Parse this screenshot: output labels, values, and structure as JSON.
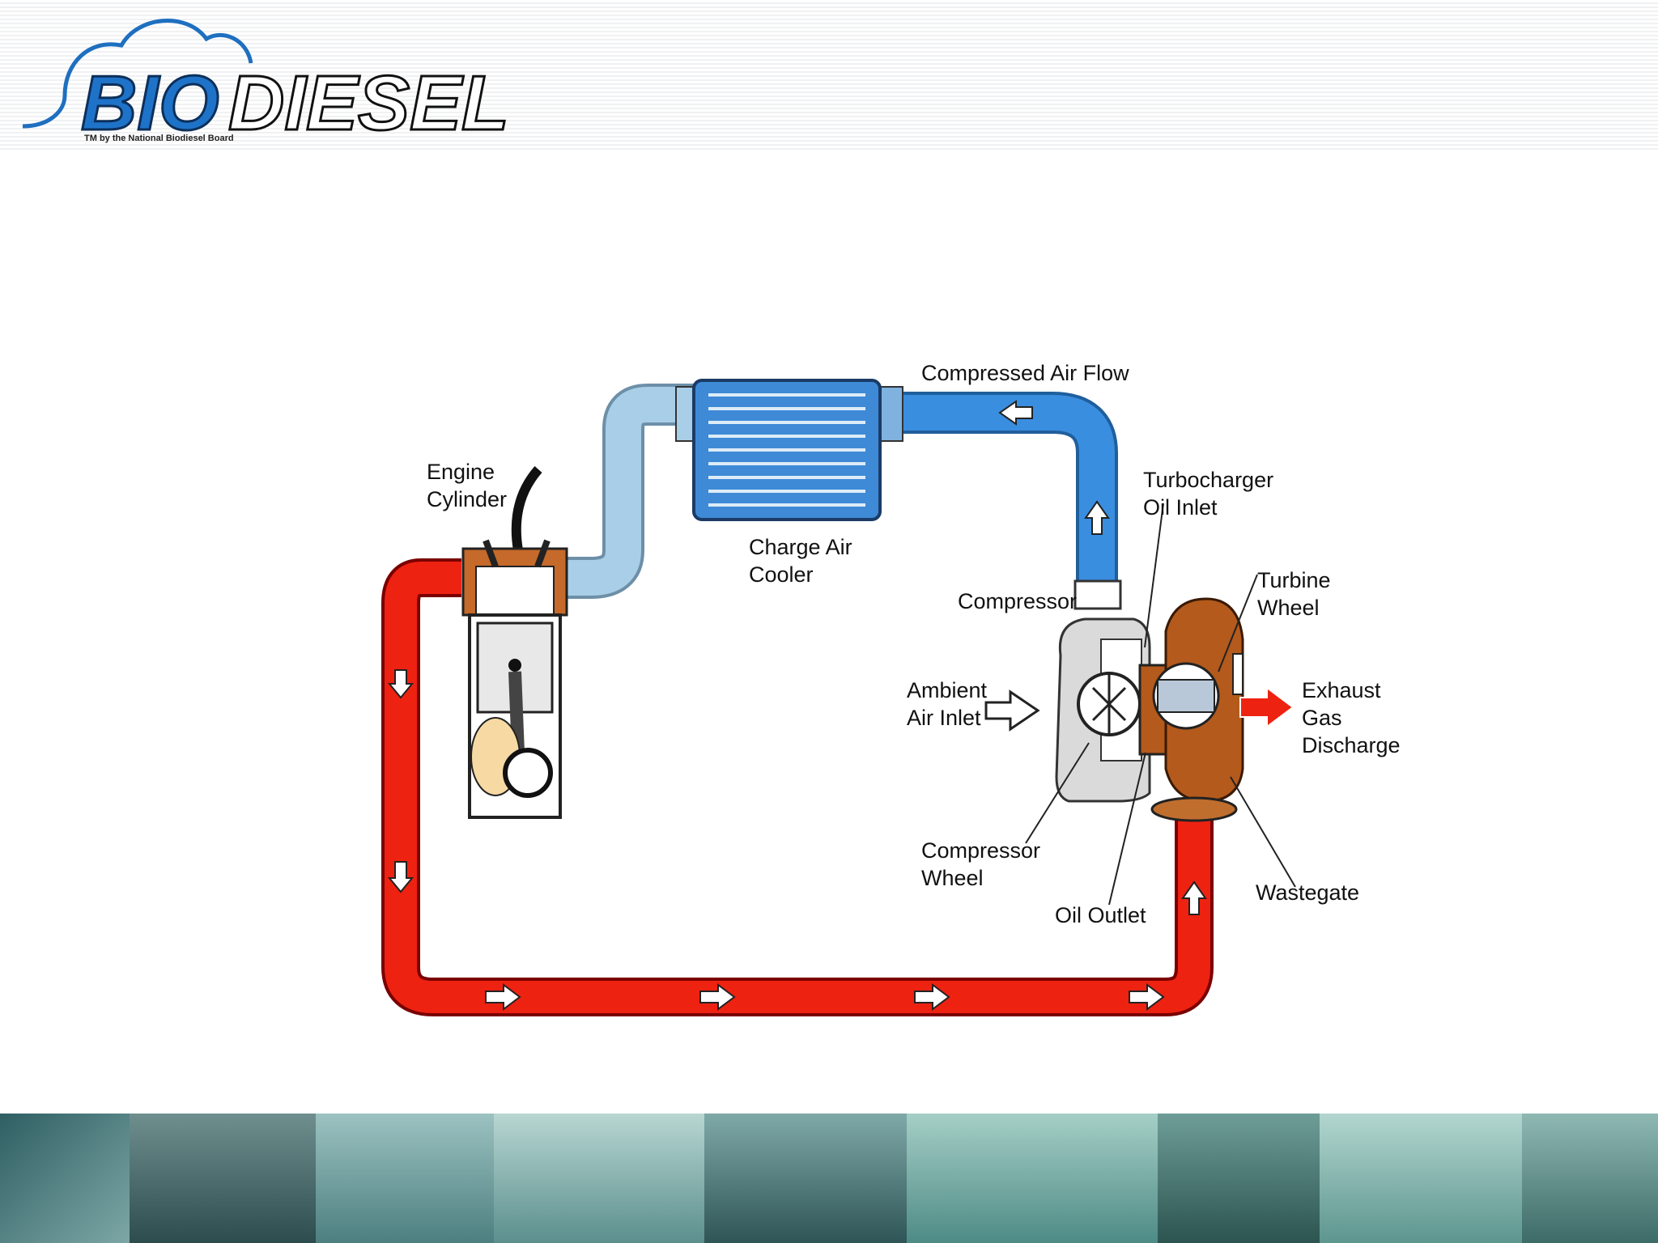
{
  "logo": {
    "wordmark_bio": "BIO",
    "wordmark_diesel": "DIESEL",
    "trademark": "TM by the National Biodiesel Board"
  },
  "diagram": {
    "labels": {
      "compressed_air_flow": "Compressed Air Flow",
      "engine_cylinder_1": "Engine",
      "engine_cylinder_2": "Cylinder",
      "charge_air_cooler_1": "Charge Air",
      "charge_air_cooler_2": "Cooler",
      "turbo_oil_inlet_1": "Turbocharger",
      "turbo_oil_inlet_2": "Oil Inlet",
      "compressor": "Compressor",
      "turbine_wheel_1": "Turbine",
      "turbine_wheel_2": "Wheel",
      "ambient_air_inlet_1": "Ambient",
      "ambient_air_inlet_2": "Air Inlet",
      "exhaust_1": "Exhaust",
      "exhaust_2": "Gas",
      "exhaust_3": "Discharge",
      "compressor_wheel_1": "Compressor",
      "compressor_wheel_2": "Wheel",
      "wastegate": "Wastegate",
      "oil_outlet": "Oil Outlet"
    },
    "colors": {
      "exhaust_pipe": "#ee2211",
      "compressed_air": "#3a8ee0",
      "cool_air": "#a9cfe8",
      "turbine_housing": "#b45a1c",
      "cylinder": "#c56a2a"
    }
  }
}
